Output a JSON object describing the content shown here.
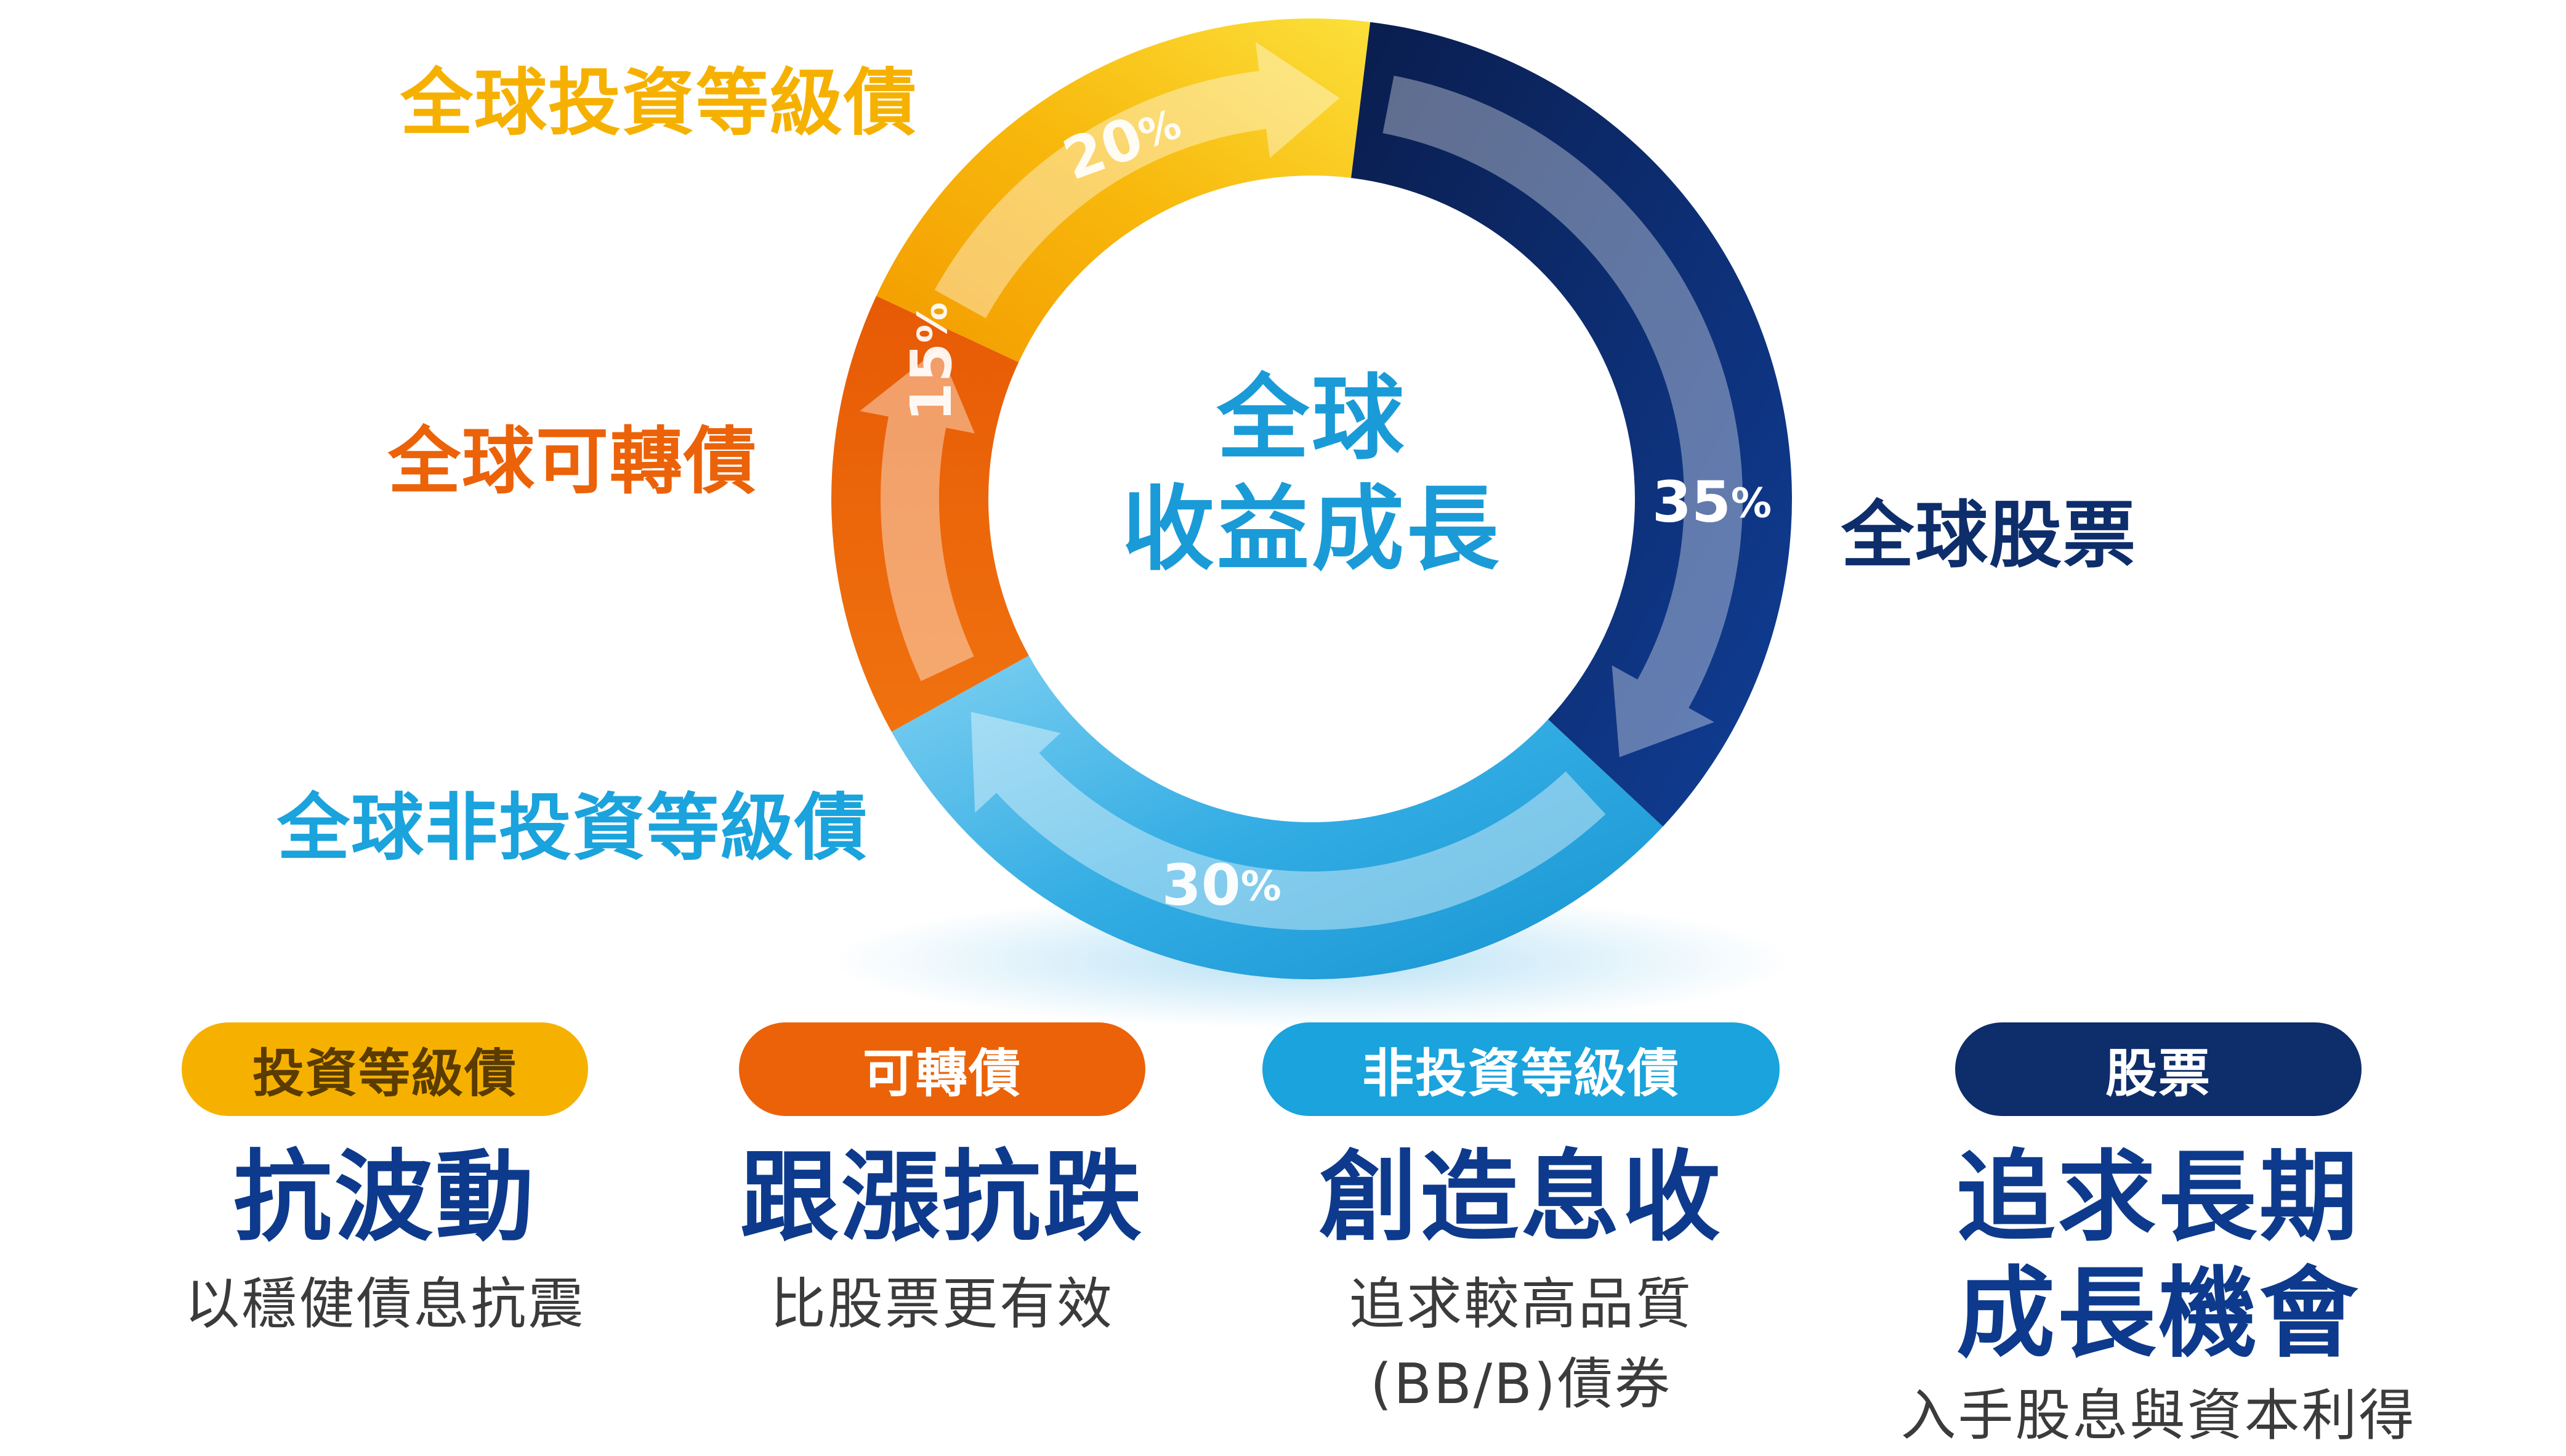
{
  "center": {
    "line1": "全球",
    "line2": "收益成長"
  },
  "segments": [
    {
      "label": "全球投資等級債",
      "percent": 20,
      "percent_text": "20",
      "color": "#f6b100"
    },
    {
      "label": "全球可轉債",
      "percent": 15,
      "percent_text": "15",
      "color": "#ec6208"
    },
    {
      "label": "全球非投資等級債",
      "percent": 30,
      "percent_text": "30",
      "color": "#1aa3dc"
    },
    {
      "label": "全球股票",
      "percent": 35,
      "percent_text": "35",
      "color": "#0e2d6b"
    }
  ],
  "percent_sign": "%",
  "cards": [
    {
      "tag": "投資等級債",
      "title_lines": [
        "抗波動"
      ],
      "desc_lines": [
        "以穩健債息抗震"
      ],
      "color": "#f6b100",
      "tag_text_color": "#5a3b00"
    },
    {
      "tag": "可轉債",
      "title_lines": [
        "跟漲抗跌"
      ],
      "desc_lines": [
        "比股票更有效"
      ],
      "color": "#ec6208",
      "tag_text_color": "#ffffff"
    },
    {
      "tag": "非投資等級債",
      "title_lines": [
        "創造息收"
      ],
      "desc_lines": [
        "追求較高品質",
        "(BB/B)債券"
      ],
      "color": "#1aa3dc",
      "tag_text_color": "#ffffff"
    },
    {
      "tag": "股票",
      "title_lines": [
        "追求長期",
        "成長機會"
      ],
      "desc_lines": [
        "入手股息與資本利得"
      ],
      "color": "#0e2d6b",
      "tag_text_color": "#ffffff"
    }
  ],
  "headline_color": "#0d3a8c"
}
